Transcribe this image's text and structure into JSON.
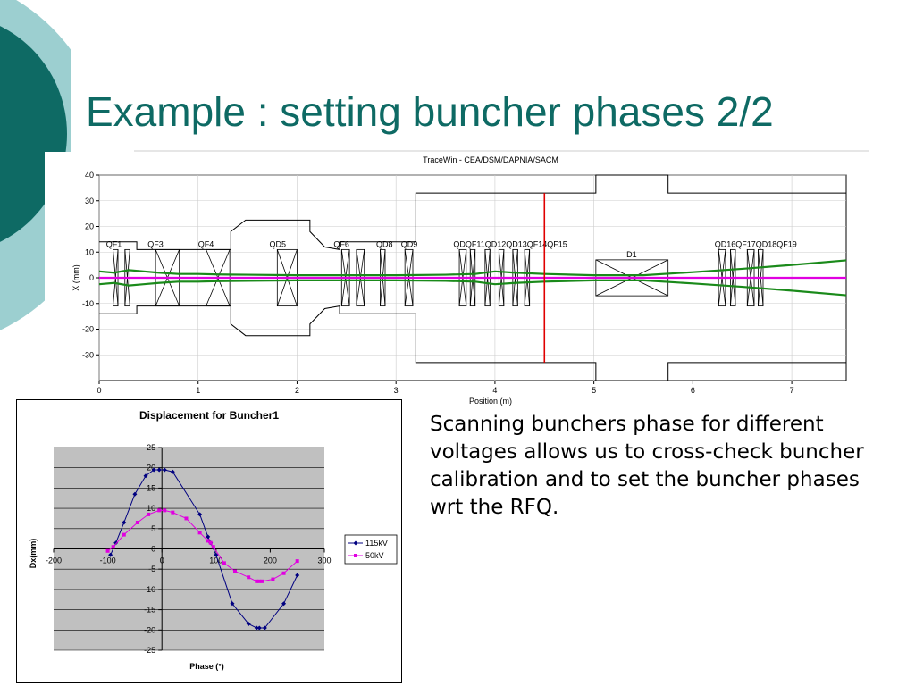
{
  "slide": {
    "title": "Example : setting buncher phases 2/2",
    "caption": "Scanning bunchers phase for different voltages allows us to cross-check buncher calibration and to set the buncher phases wrt the RFQ.",
    "colors": {
      "title": "#0e6a64",
      "deco_dark": "#0e6a64",
      "deco_light": "#9ccfd0"
    }
  },
  "chart_data": [
    {
      "type": "line",
      "title": "TraceWin - CEA/DSM/DAPNIA/SACM",
      "xlabel": "Position (m)",
      "ylabel": "X (mm)",
      "xlim": [
        0,
        7.55
      ],
      "ylim": [
        -40,
        40
      ],
      "xticks": [
        0,
        1,
        2,
        3,
        4,
        5,
        6,
        7
      ],
      "yticks": [
        40,
        30,
        20,
        10,
        0,
        -10,
        -20,
        -30
      ],
      "grid": true,
      "aperture": {
        "color": "#000000",
        "x": [
          0,
          0.38,
          0.38,
          1.33,
          1.33,
          1.48,
          2.13,
          2.13,
          2.28,
          2.43,
          2.43,
          3.2,
          3.2,
          5.02,
          5.02,
          5.75,
          5.75,
          7.55
        ],
        "y": [
          14,
          14,
          11,
          11,
          18,
          22.5,
          22.5,
          18,
          12,
          11,
          14,
          14,
          33,
          33,
          40,
          40,
          33,
          33
        ]
      },
      "series": [
        {
          "color": "#1a8a1a",
          "x": [
            0,
            0.15,
            0.3,
            0.45,
            0.6,
            0.8,
            1.0,
            1.2,
            1.5,
            2.0,
            2.5,
            3.0,
            3.5,
            3.8,
            4.0,
            4.2,
            4.5,
            5.0,
            5.5,
            6.0,
            6.5,
            7.0,
            7.55
          ],
          "y": [
            2.5,
            2,
            3,
            2.5,
            2,
            1.5,
            1.5,
            1.3,
            1.2,
            1,
            1,
            1,
            1.2,
            1.5,
            2.5,
            2,
            1.5,
            1,
            1,
            2.2,
            3.5,
            5,
            6.8
          ]
        },
        {
          "color": "#1a8a1a",
          "x": [
            0,
            0.15,
            0.3,
            0.45,
            0.6,
            0.8,
            1.0,
            1.2,
            1.5,
            2.0,
            2.5,
            3.0,
            3.5,
            3.8,
            4.0,
            4.2,
            4.5,
            5.0,
            5.5,
            6.0,
            6.5,
            7.0,
            7.55
          ],
          "y": [
            -2.5,
            -2,
            -3,
            -2.5,
            -2,
            -1.5,
            -1.5,
            -1.3,
            -1.2,
            -1,
            -1,
            -1,
            -1.2,
            -1.5,
            -2.5,
            -2,
            -1.5,
            -1,
            -1,
            -2.2,
            -3.5,
            -5,
            -6.8
          ]
        },
        {
          "color": "#e000e0",
          "x": [
            0,
            1,
            2,
            3,
            4,
            5,
            6,
            7,
            7.55
          ],
          "y": [
            0,
            0,
            0,
            0,
            0,
            0,
            0,
            0,
            0
          ]
        }
      ],
      "marker": {
        "x": 4.5,
        "color": "#e00000"
      },
      "elements": [
        {
          "label": "QF1",
          "x": 0.14,
          "label_x": 0.07,
          "w": 0.05
        },
        {
          "label": "",
          "x": 0.26,
          "w": 0.05
        },
        {
          "label": "QF3",
          "x": 0.57,
          "label_x": 0.49,
          "w": 0.24
        },
        {
          "label": "QF4",
          "x": 1.08,
          "label_x": 1.0,
          "w": 0.24
        },
        {
          "label": "QD5",
          "x": 1.8,
          "label_x": 1.72,
          "w": 0.2
        },
        {
          "label": "QF6",
          "x": 2.45,
          "label_x": 2.37,
          "w": 0.08
        },
        {
          "label": "",
          "x": 2.6,
          "w": 0.08
        },
        {
          "label": "QD8",
          "x": 2.84,
          "label_x": 2.8,
          "w": 0.05
        },
        {
          "label": "QD9",
          "x": 3.09,
          "label_x": 3.05,
          "w": 0.08
        },
        {
          "label": "QDQF11QD12QD13QF14QF15",
          "x": 3.64,
          "label_x": 3.58,
          "w": 0.07
        },
        {
          "label": "",
          "x": 3.75,
          "w": 0.05
        },
        {
          "label": "",
          "x": 3.9,
          "w": 0.05
        },
        {
          "label": "",
          "x": 4.04,
          "w": 0.05
        },
        {
          "label": "",
          "x": 4.18,
          "w": 0.05
        },
        {
          "label": "",
          "x": 4.3,
          "w": 0.05
        },
        {
          "label": "D1",
          "x": 5.02,
          "label_x": 5.33,
          "w": 0.73,
          "type": "dipole"
        },
        {
          "label": "QD16QF17QD18QF19",
          "x": 6.26,
          "label_x": 6.22,
          "w": 0.07
        },
        {
          "label": "",
          "x": 6.38,
          "w": 0.05
        },
        {
          "label": "",
          "x": 6.55,
          "w": 0.07
        },
        {
          "label": "",
          "x": 6.66,
          "w": 0.05
        }
      ]
    },
    {
      "type": "line",
      "title": "Displacement for Buncher1",
      "xlabel": "Phase (°)",
      "ylabel": "Dx(mm)",
      "xlim": [
        -200,
        300
      ],
      "ylim": [
        -25,
        25
      ],
      "xticks": [
        -200,
        -100,
        0,
        100,
        200,
        300
      ],
      "yticks": [
        25,
        20,
        15,
        10,
        5,
        0,
        -5,
        -10,
        -15,
        -20,
        -25
      ],
      "grid": true,
      "legend": "right",
      "series": [
        {
          "name": "115kV",
          "color": "#000080",
          "marker": "diamond",
          "x": [
            -95,
            -85,
            -70,
            -50,
            -30,
            -15,
            -5,
            5,
            20,
            70,
            85,
            90,
            100,
            130,
            160,
            175,
            180,
            190,
            225,
            250
          ],
          "y": [
            -1.5,
            1.5,
            6.5,
            13.5,
            18,
            19.5,
            19.5,
            19.5,
            19,
            8.5,
            3,
            1.5,
            -1.5,
            -13.5,
            -18.5,
            -19.5,
            -19.5,
            -19.5,
            -13.5,
            -6.5
          ]
        },
        {
          "name": "50kV",
          "color": "#e000e0",
          "marker": "square",
          "x": [
            -100,
            -90,
            -70,
            -45,
            -25,
            -5,
            5,
            20,
            45,
            70,
            85,
            90,
            95,
            115,
            135,
            160,
            175,
            180,
            185,
            205,
            225,
            250
          ],
          "y": [
            -0.5,
            0.5,
            3.5,
            6.5,
            8.5,
            9.5,
            9.5,
            9,
            7.5,
            4,
            2,
            1.5,
            0.5,
            -3.5,
            -5.5,
            -7,
            -8,
            -8,
            -8,
            -7.5,
            -6,
            -3
          ]
        }
      ]
    }
  ]
}
